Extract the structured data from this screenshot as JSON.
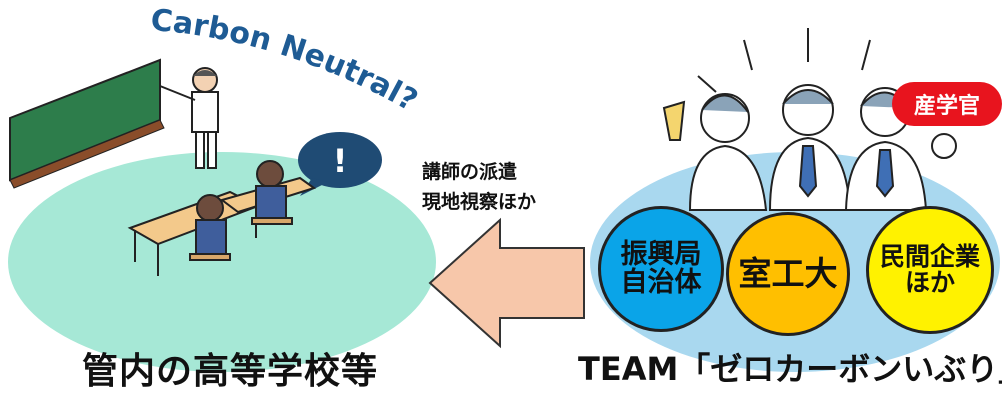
{
  "title_arc": "Carbon Neutral?",
  "left": {
    "caption": "管内の高等学校等",
    "speech_symbol": "!",
    "ellipse_color": "#a6e8d6"
  },
  "arrow": {
    "label_line1": "講師の派遣",
    "label_line2": "現地視察ほか",
    "fill_color": "#f7c7aa"
  },
  "right": {
    "caption": "TEAM「ゼロカーボンいぶり」",
    "ellipse_color": "#a9d8ef",
    "tag": "産学官",
    "badges": [
      {
        "line1": "振興局",
        "line2": "自治体",
        "color": "#0aa4e8"
      },
      {
        "line1": "室工大",
        "line2": "",
        "color": "#ffbf00"
      },
      {
        "line1": "民間企業",
        "line2": "ほか",
        "color": "#fff200"
      }
    ]
  },
  "icons": [
    "teacher-icon",
    "students-icon",
    "blackboard-icon",
    "speech-bubble-icon",
    "team-people-icon"
  ]
}
